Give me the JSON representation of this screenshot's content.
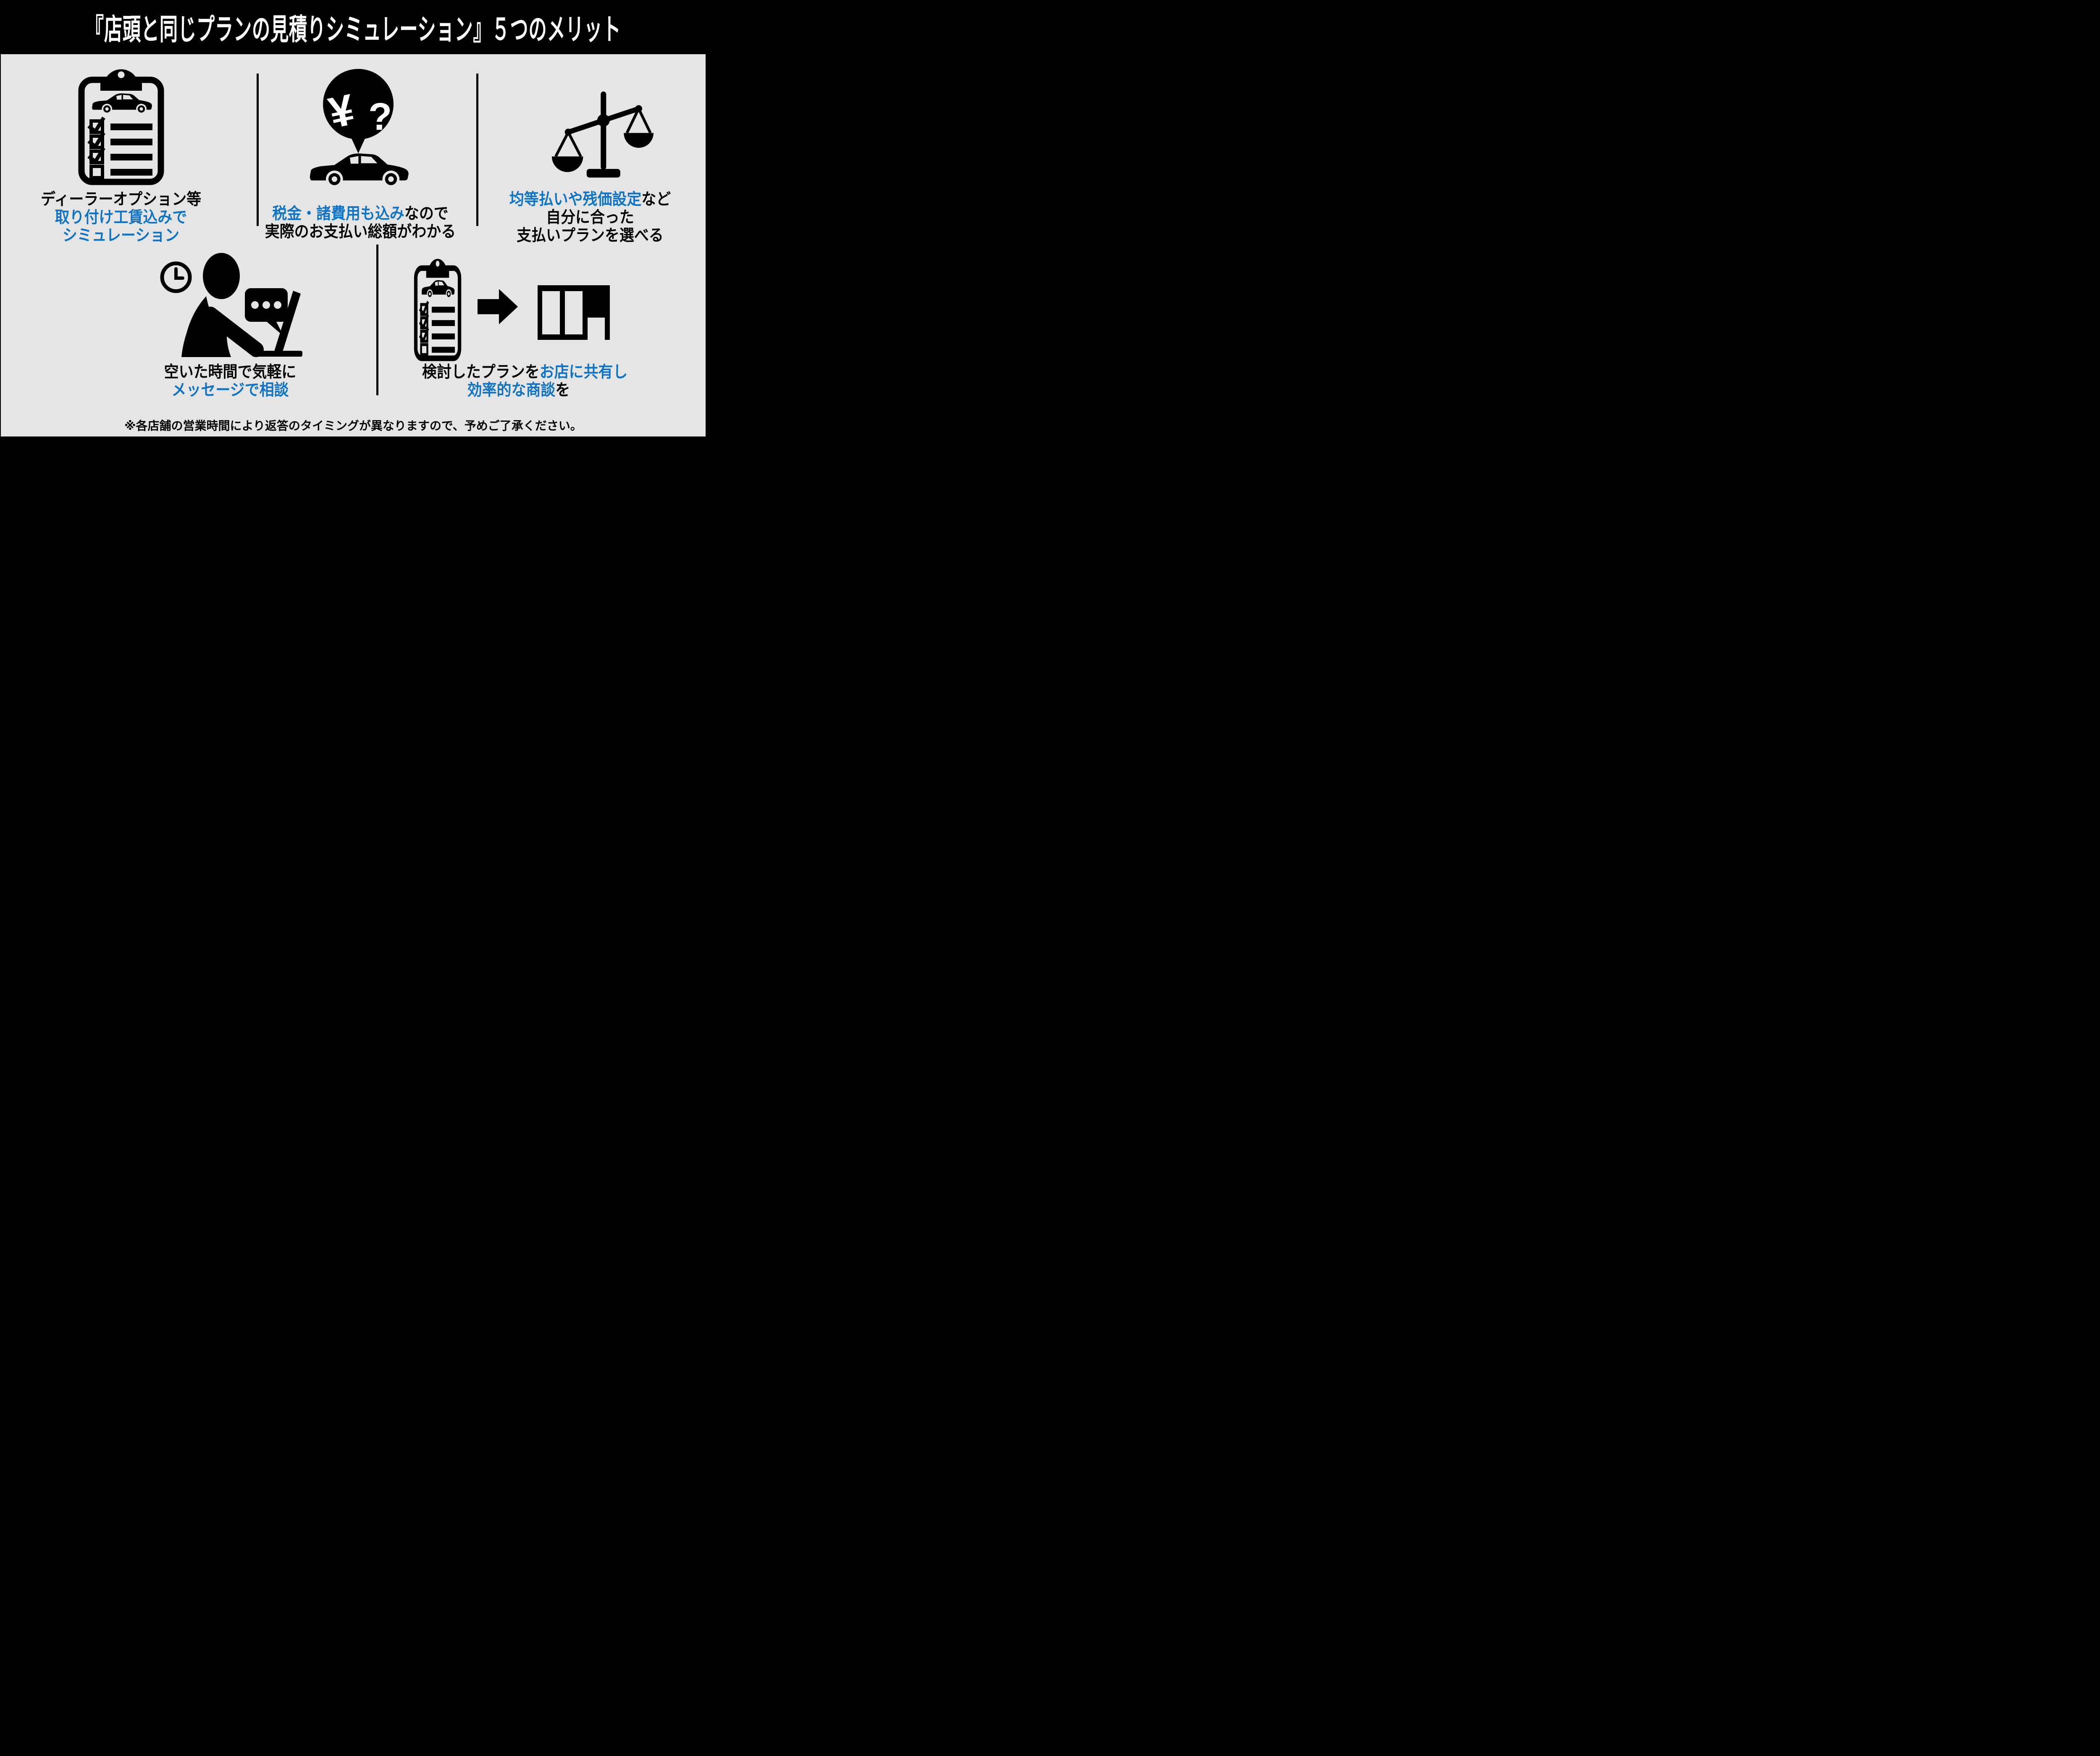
{
  "title": "『店頭と同じプランの見積りシミュレーション』５つのメリット",
  "colors": {
    "background": "#e5e5e5",
    "frame": "#000000",
    "accent_blue": "#0e72c5",
    "text_black": "#000000",
    "title_text": "#ffffff"
  },
  "icons": {
    "benefit_1": "clipboard-checklist-car-icon",
    "benefit_2": "price-question-bubble-car-icon",
    "benefit_3": "balance-scale-icon",
    "benefit_4": "person-laptop-chat-clock-icon",
    "benefit_5": "clipboard-arrow-store-icon",
    "bubble_yen": "¥",
    "bubble_question": "?"
  },
  "benefits": [
    {
      "name": "simulation-with-installation-fee",
      "lines": [
        {
          "segments": [
            {
              "text": "ディーラーオプション等",
              "cls": "sg-k"
            }
          ]
        },
        {
          "segments": [
            {
              "text": "取り付け工賃込みで",
              "cls": "sg-b"
            }
          ]
        },
        {
          "segments": [
            {
              "text": "シミュレーション",
              "cls": "sg-b"
            }
          ]
        }
      ]
    },
    {
      "name": "total-payment-including-taxes",
      "lines": [
        {
          "segments": [
            {
              "text": "税金・諸費用も込み",
              "cls": "sg-b"
            },
            {
              "text": "なので",
              "cls": "sg-k"
            }
          ]
        },
        {
          "segments": [
            {
              "text": "実際のお支払い総額がわかる",
              "cls": "sg-k"
            }
          ]
        }
      ]
    },
    {
      "name": "choose-payment-plan",
      "lines": [
        {
          "segments": [
            {
              "text": "均等払いや残価設定",
              "cls": "sg-b"
            },
            {
              "text": "など",
              "cls": "sg-k"
            }
          ]
        },
        {
          "segments": [
            {
              "text": "自分に合った",
              "cls": "sg-k"
            }
          ]
        },
        {
          "segments": [
            {
              "text": "支払いプランを選べる",
              "cls": "sg-k"
            }
          ]
        }
      ]
    },
    {
      "name": "consult-by-message",
      "lines": [
        {
          "segments": [
            {
              "text": "空いた時間で気軽に",
              "cls": "sg-k"
            }
          ]
        },
        {
          "segments": [
            {
              "text": "メッセージで相談",
              "cls": "sg-b"
            }
          ]
        }
      ]
    },
    {
      "name": "share-plan-with-store",
      "lines": [
        {
          "segments": [
            {
              "text": "検討したプランを",
              "cls": "sg-k"
            },
            {
              "text": "お店に共有し",
              "cls": "sg-b"
            }
          ]
        },
        {
          "segments": [
            {
              "text": "効率的な商談",
              "cls": "sg-b"
            },
            {
              "text": "を",
              "cls": "sg-k"
            }
          ]
        }
      ]
    }
  ],
  "footer": "※各店舗の営業時間により返答のタイミングが異なりますので、予めご了承ください。"
}
